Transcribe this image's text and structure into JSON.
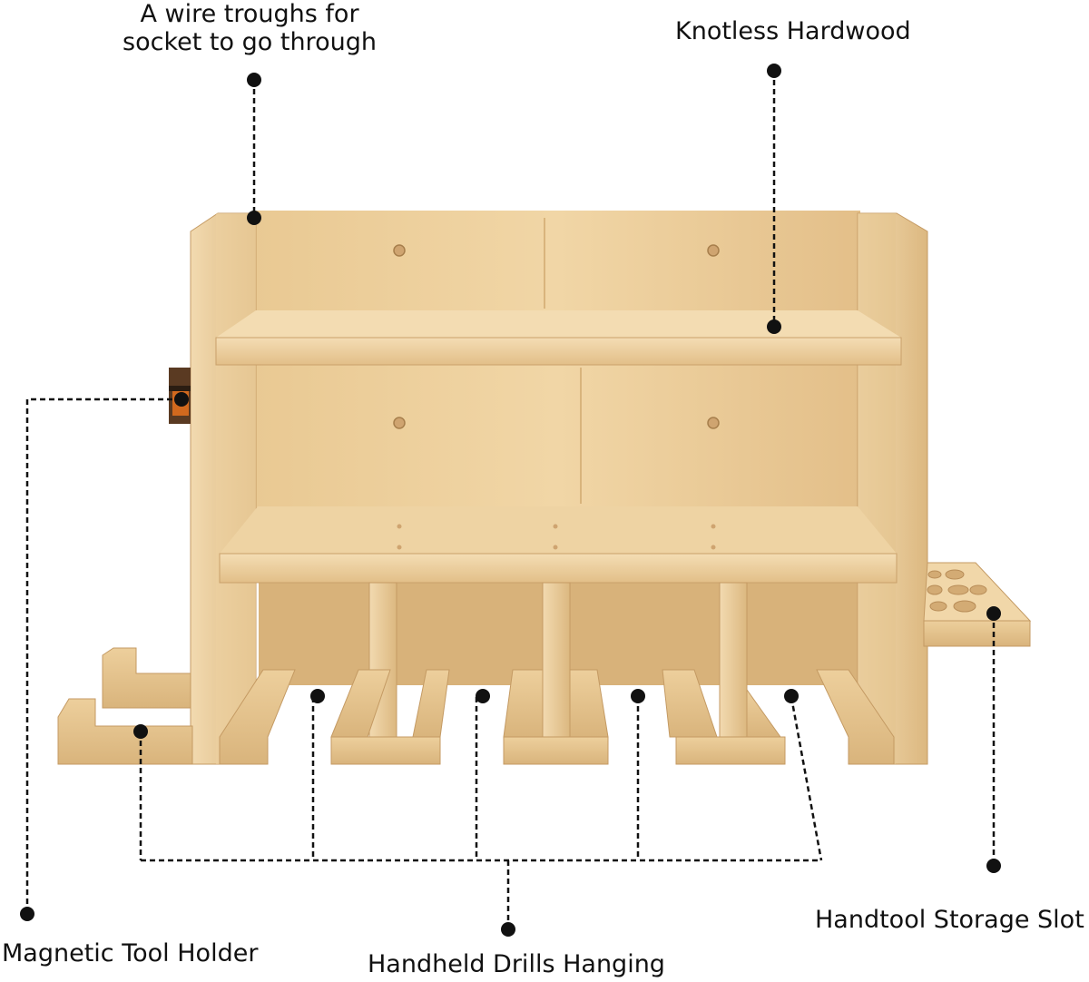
{
  "labels": {
    "wire_troughs_line1": "A wire troughs for",
    "wire_troughs_line2": "socket to go through",
    "knotless_hardwood": "Knotless Hardwood",
    "magnetic_tool_holder": "Magnetic Tool Holder",
    "handheld_drills_hanging": "Handheld Drills Hanging",
    "handtool_storage_slot": "Handtool Storage Slot"
  },
  "colors": {
    "wood_light": "#f0d6a6",
    "wood_mid": "#e3c08a",
    "wood_dark": "#c9a06a",
    "wood_shadow": "#b88d58",
    "magnet_orange": "#d2691e",
    "callout": "#111111"
  }
}
